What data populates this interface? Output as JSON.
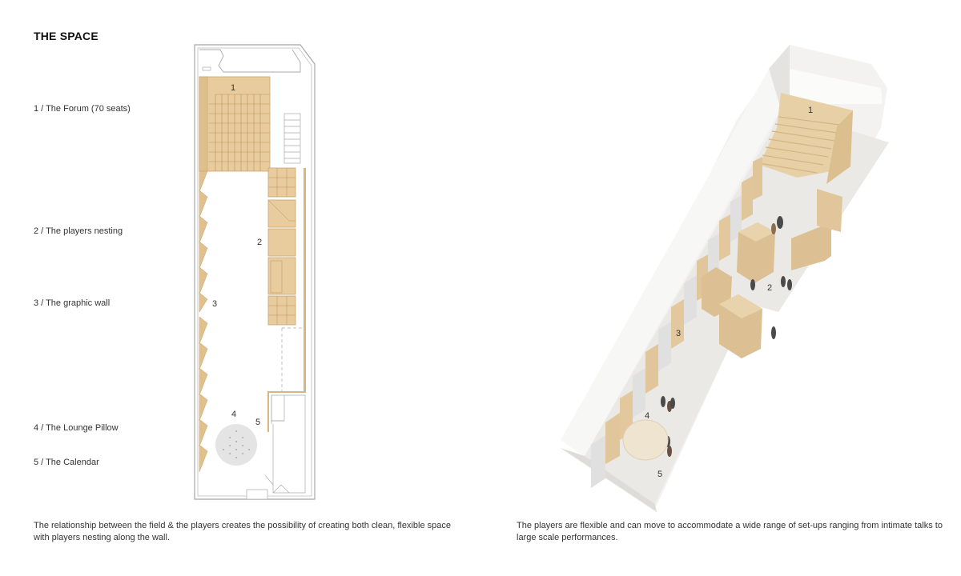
{
  "header": {
    "title": "THE SPACE"
  },
  "legend": {
    "items": [
      {
        "number": "1",
        "label": "1 / The Forum (70 seats)"
      },
      {
        "number": "2",
        "label": "2 / The players nesting"
      },
      {
        "number": "3",
        "label": "3 / The graphic wall"
      },
      {
        "number": "4",
        "label": "4 / The Lounge Pillow"
      },
      {
        "number": "5",
        "label": "5 / The Calendar"
      }
    ]
  },
  "plan": {
    "markers": [
      "1",
      "2",
      "3",
      "4",
      "5"
    ]
  },
  "isometric": {
    "markers": [
      "1",
      "2",
      "3",
      "4",
      "5"
    ]
  },
  "captions": {
    "left": "The relationship between the field & the players creates the possibility of creating both clean, flexible space with players nesting along the wall.",
    "right": "The players are flexible and can move to accommodate a wide range of set-ups ranging from intimate talks to large scale performances."
  },
  "colors": {
    "wood": "#e6c99a",
    "wood_dark": "#c9a36a",
    "wall": "#f1f0ee",
    "floor": "#ecebe8",
    "line": "#9a9a9a",
    "pillow_plan": "#e4e4e4",
    "pillow_iso": "#efe4cf"
  }
}
